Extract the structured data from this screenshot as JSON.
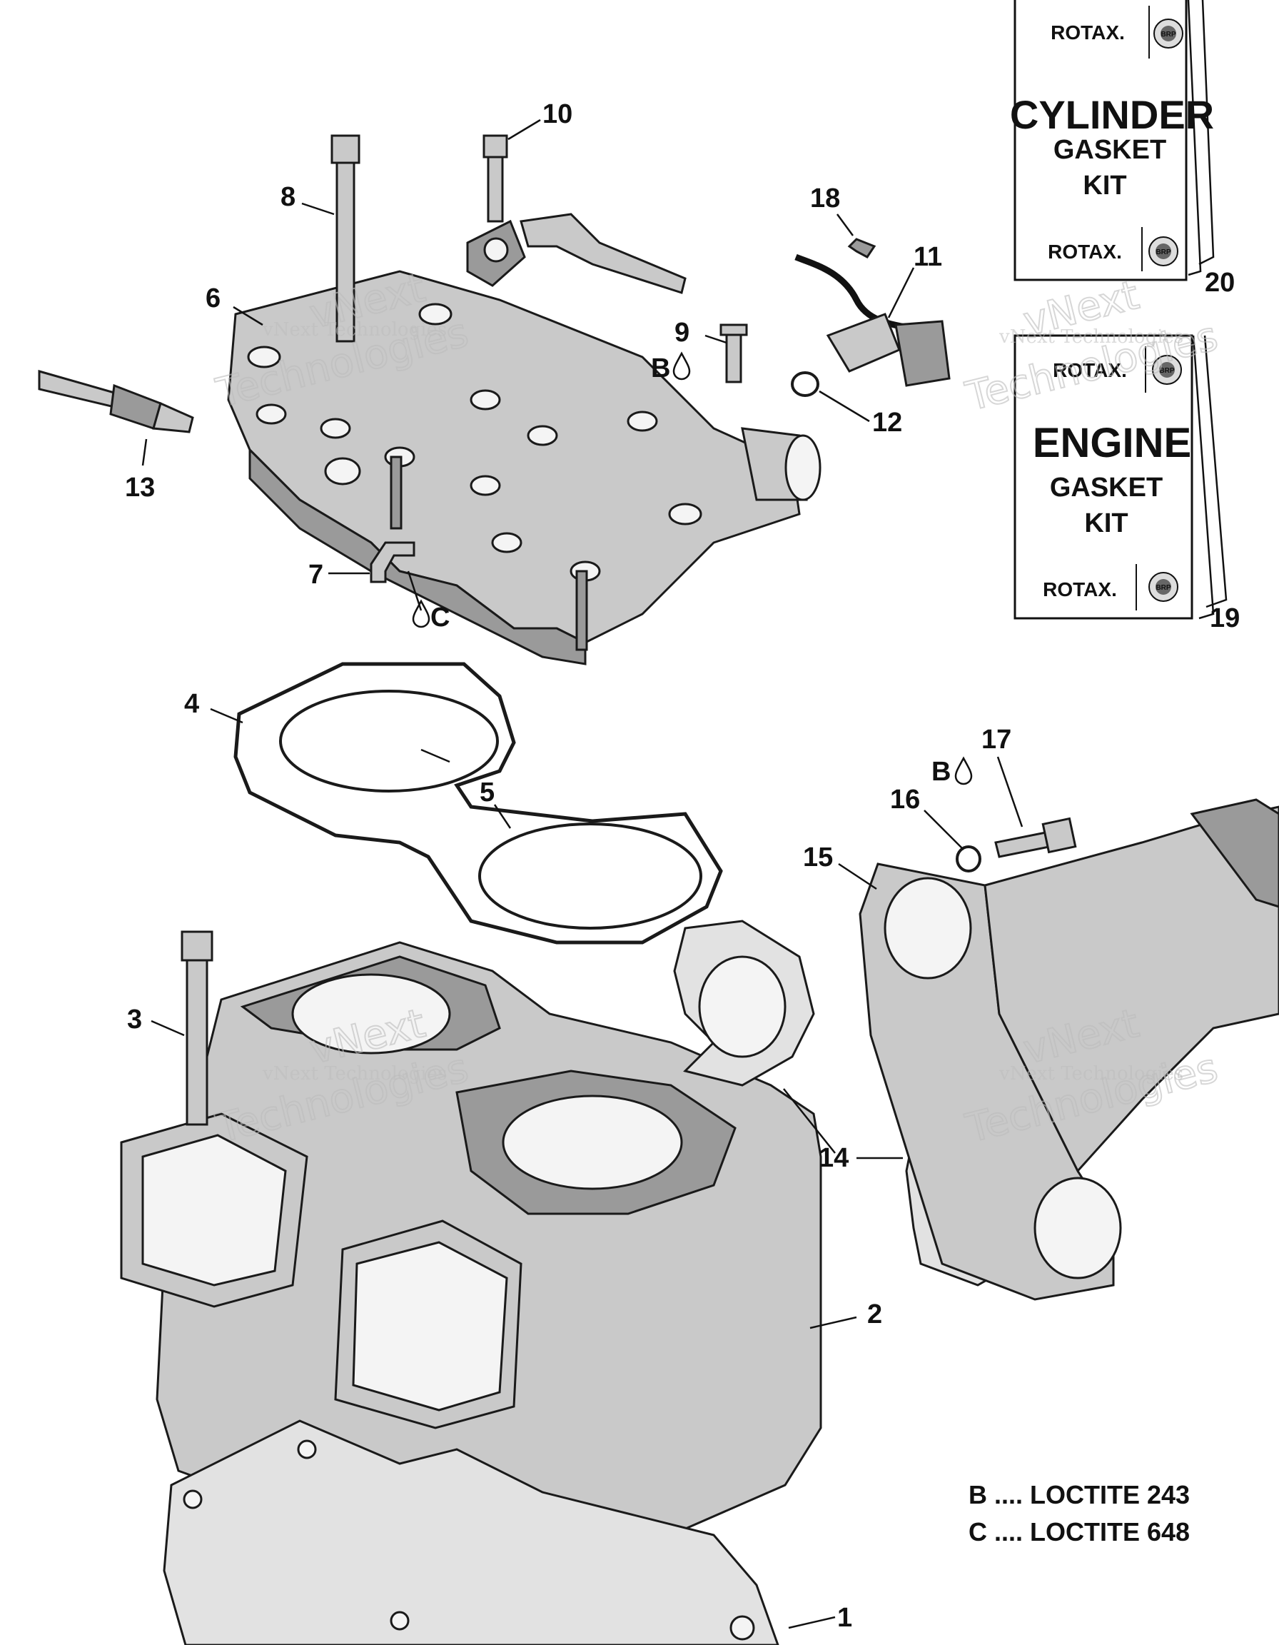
{
  "callouts": {
    "c1": "1",
    "c2": "2",
    "c3": "3",
    "c4": "4",
    "c5": "5",
    "c6": "6",
    "c7": "7",
    "c8": "8",
    "c9": "9",
    "c10": "10",
    "c11": "11",
    "c12": "12",
    "c13": "13",
    "c14": "14",
    "c15": "15",
    "c16": "16",
    "c17": "17",
    "c18": "18",
    "c19": "19",
    "c20": "20"
  },
  "adhesive_marks": {
    "b_near_9": "B",
    "c_near_7": "C",
    "b_near_17": "B"
  },
  "kit_cylinder": {
    "brand_top": "ROTAX.",
    "line1": "CYLINDER",
    "line2": "GASKET",
    "line3": "KIT",
    "brand_bottom": "ROTAX.",
    "badge": "BRP",
    "number": "20"
  },
  "kit_engine": {
    "brand_top": "ROTAX.",
    "line1": "ENGINE",
    "line2": "GASKET",
    "line3": "KIT",
    "brand_bottom": "ROTAX.",
    "badge": "BRP",
    "number": "19"
  },
  "legend": {
    "b": "B .... LOCTITE 243",
    "c": "C .... LOCTITE 648"
  },
  "watermark": {
    "line1": "vNext",
    "line2": "Technologies",
    "small": "vNext Technologies"
  }
}
